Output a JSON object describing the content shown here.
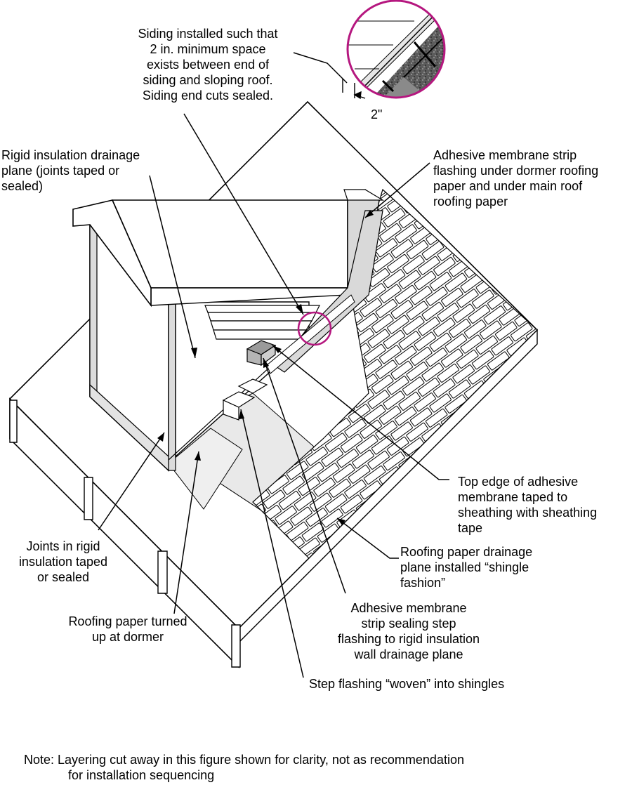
{
  "labels": {
    "siding": [
      "Siding installed such that",
      "2 in. minimum space",
      "exists between end of",
      "siding and sloping roof.",
      "Siding end cuts sealed."
    ],
    "rigid": [
      "Rigid insulation drainage",
      "plane (joints taped or",
      "sealed)"
    ],
    "membrane_dormer": [
      "Adhesive membrane strip",
      "flashing under dormer roofing",
      "paper and under main roof",
      "roofing paper"
    ],
    "top_edge": [
      "Top edge of adhesive",
      "membrane taped to",
      "sheathing with sheathing",
      "tape"
    ],
    "joints": [
      "Joints in rigid",
      "insulation taped",
      "or sealed"
    ],
    "roofing_paper_plane": [
      "Roofing paper drainage",
      "plane installed “shingle",
      "fashion”"
    ],
    "roofing_paper_up": [
      "Roofing paper turned",
      "up at dormer"
    ],
    "adhesive_step": [
      "Adhesive membrane",
      "strip sealing step",
      "flashing to rigid insulation",
      "wall drainage plane"
    ],
    "step_flashing": [
      "Step flashing “woven” into shingles"
    ],
    "dimension": "2\""
  },
  "note": [
    "Note:  Layering cut away in this figure shown for clarity, not as recommendation",
    "for installation sequencing"
  ],
  "colors": {
    "line": "#000000",
    "highlight": "#b5177f",
    "membrane": "#d6d6d6",
    "paper": "#e8e8e8",
    "shingle_fill": "#ffffff",
    "granule": "#6a6a6a"
  }
}
